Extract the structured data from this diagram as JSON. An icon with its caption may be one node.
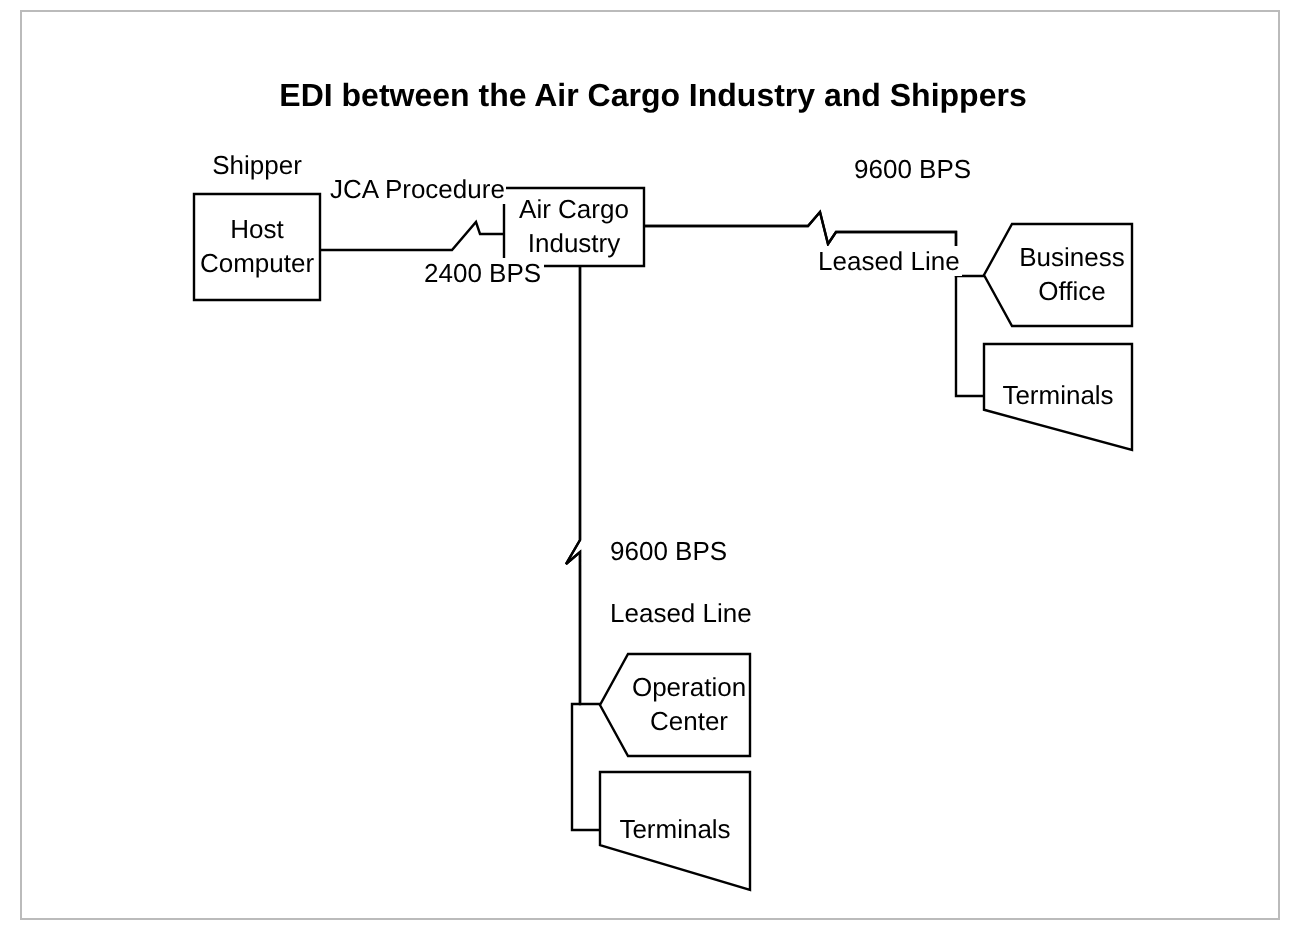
{
  "diagram": {
    "title": "EDI between the Air Cargo Industry and Shippers",
    "nodes": [
      {
        "text": [
          "Shipper",
          "Host Computer"
        ]
      },
      {
        "text": [
          "Air Cargo Industry"
        ]
      },
      {
        "text": [
          "Business Office"
        ]
      },
      {
        "text": [
          "Terminals"
        ]
      },
      {
        "text": [
          "Operation Center"
        ]
      },
      {
        "text": [
          "Terminals"
        ]
      }
    ],
    "edges": [
      {
        "from": 0,
        "to": 1,
        "arrow": "none",
        "label": "JCA Procedure"
      },
      {
        "from": 1,
        "to": 2,
        "arrow": "none"
      },
      {
        "from": 1,
        "to": 3,
        "arrow": "none"
      },
      {
        "from": 1,
        "to": 4,
        "arrow": "none"
      },
      {
        "from": 1,
        "to": 5,
        "arrow": "none"
      }
    ],
    "labels": [
      "2400 BPS",
      "9600 BPS",
      "Leased Line",
      "9600 BPS",
      "Leased Line"
    ]
  }
}
